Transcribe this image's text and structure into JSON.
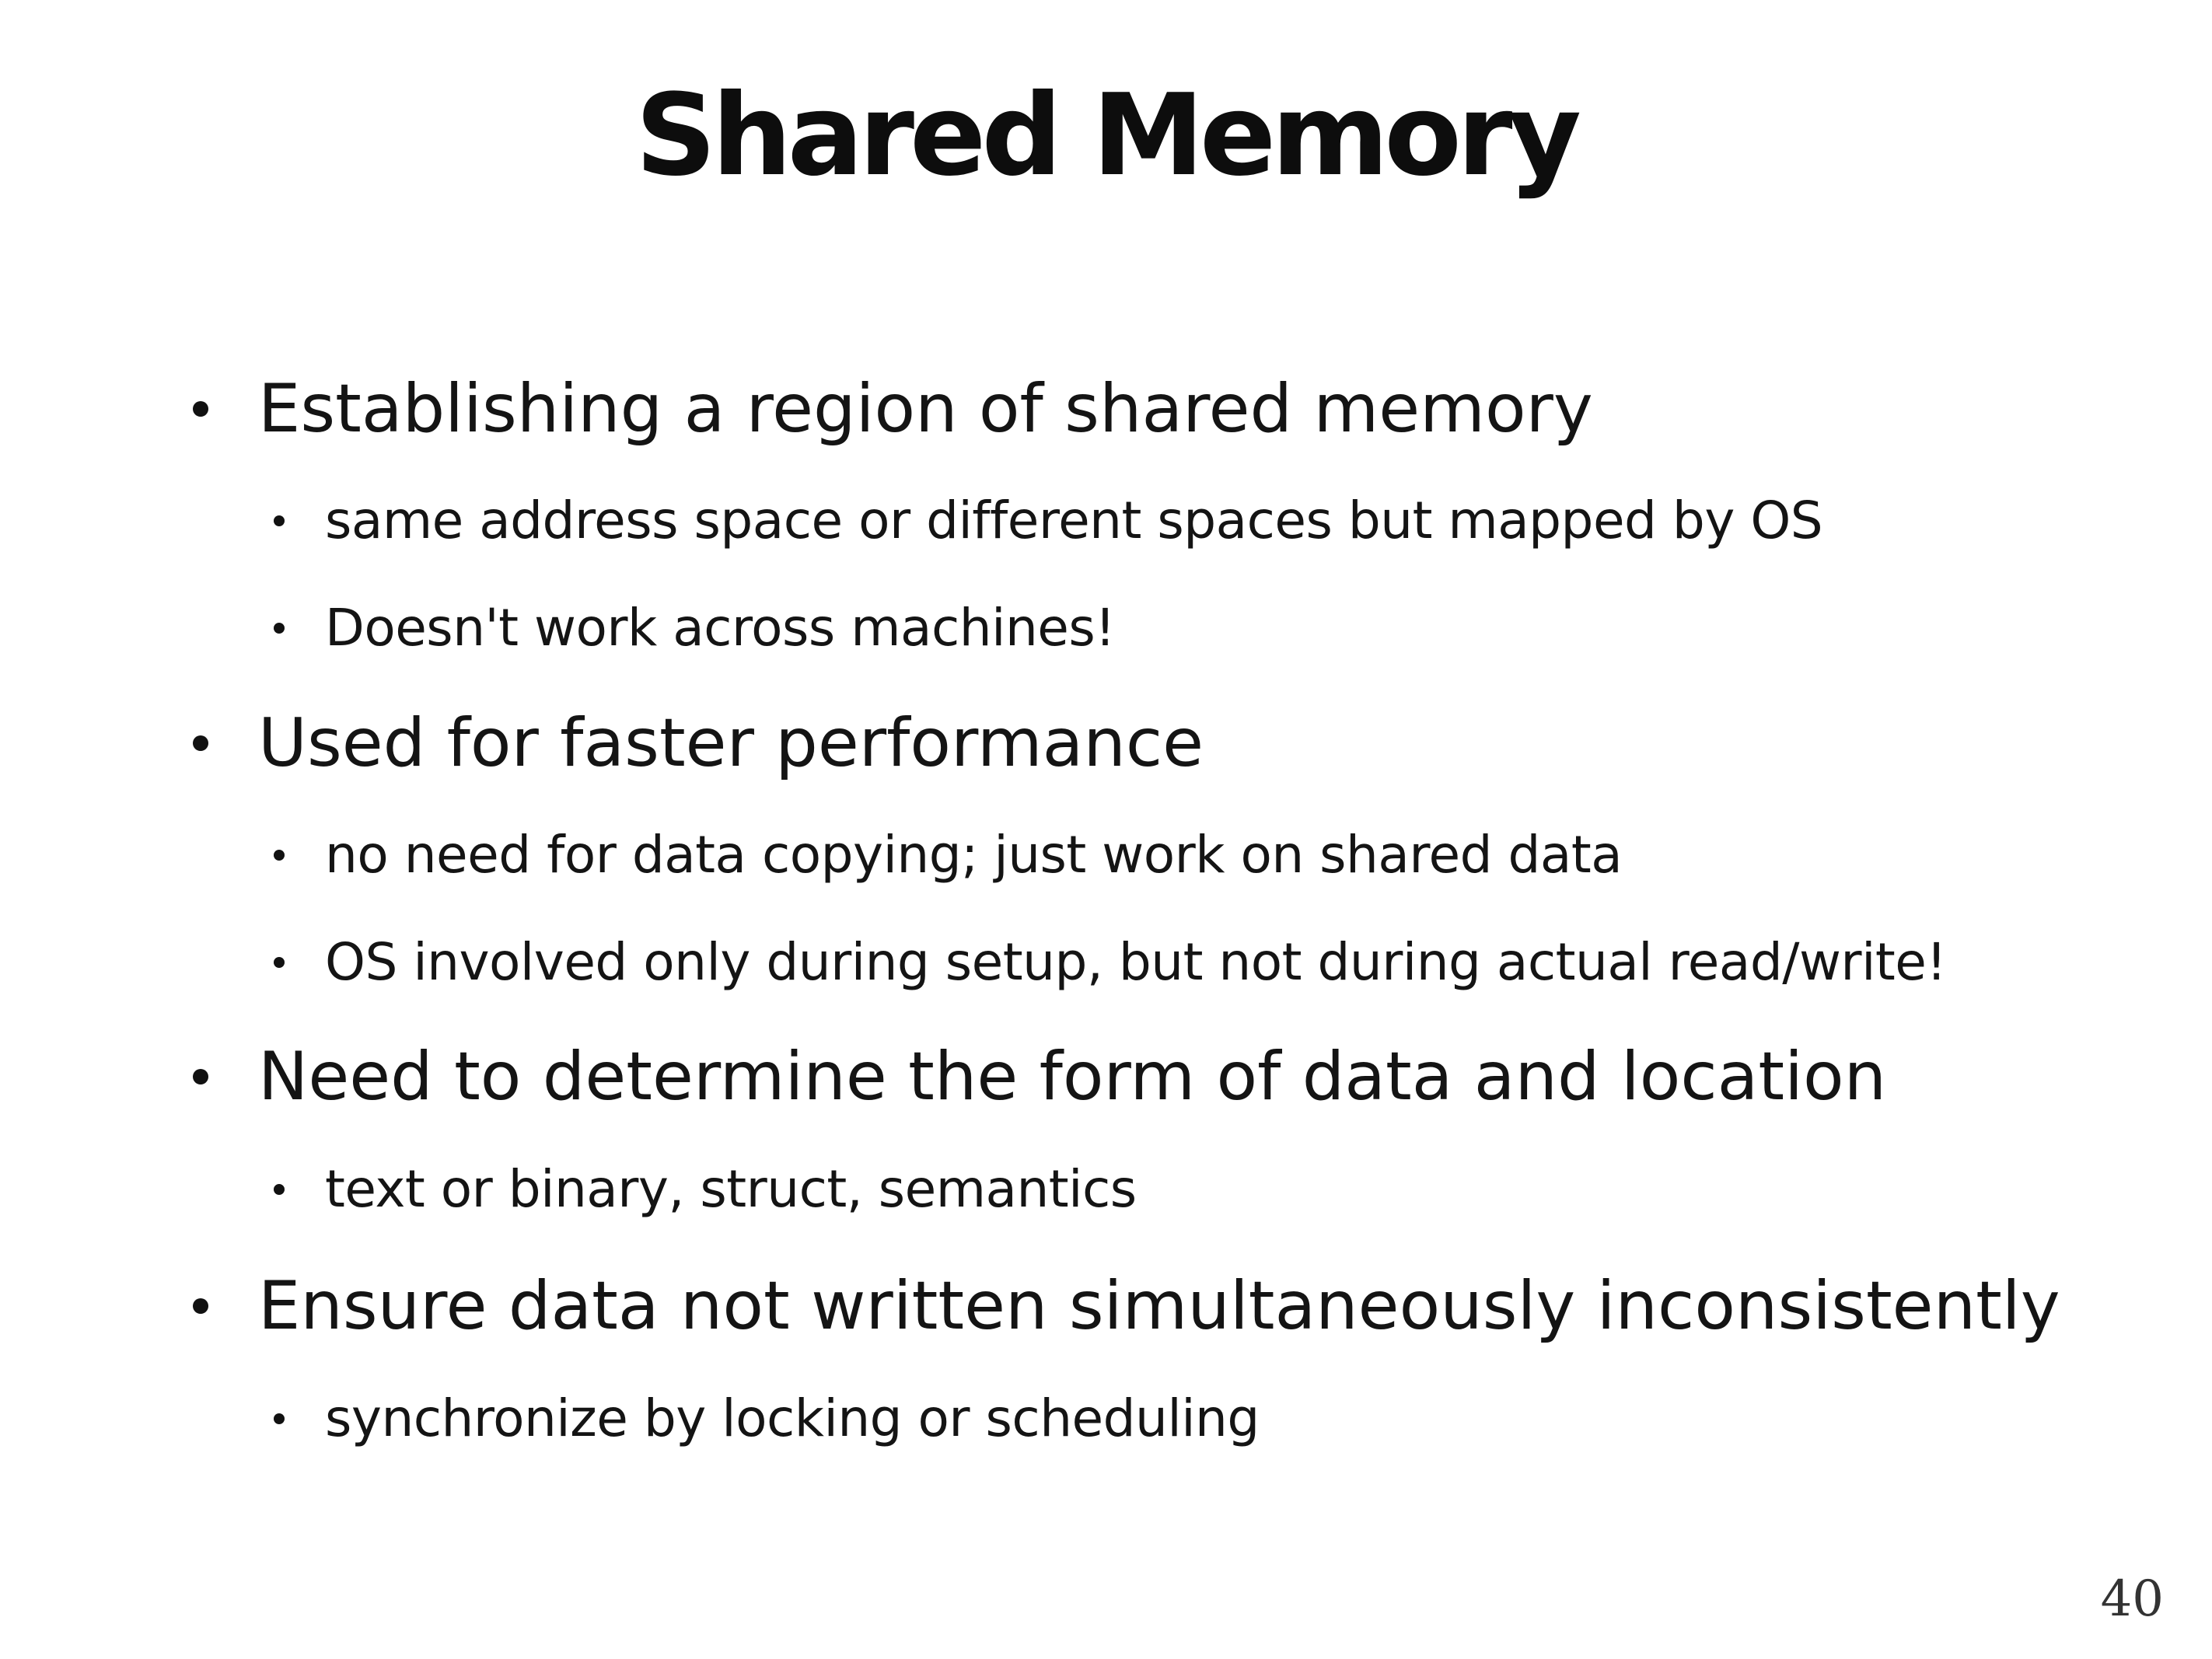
{
  "slide": {
    "title": "Shared Memory",
    "page_number": "40",
    "bullets": [
      {
        "text": "Establishing a region of shared memory",
        "sub": [
          "same address space or different spaces but mapped by OS",
          "Doesn't work across machines!"
        ]
      },
      {
        "text": "Used for faster performance",
        "sub": [
          "no need for data copying; just work on shared data",
          "OS involved only during setup, but not during actual read/write!"
        ]
      },
      {
        "text": "Need to determine the form of data and location",
        "sub": [
          "text or binary, struct, semantics"
        ]
      },
      {
        "text": "Ensure data not written simultaneously inconsistently",
        "sub": [
          "synchronize by locking or scheduling"
        ]
      }
    ]
  }
}
